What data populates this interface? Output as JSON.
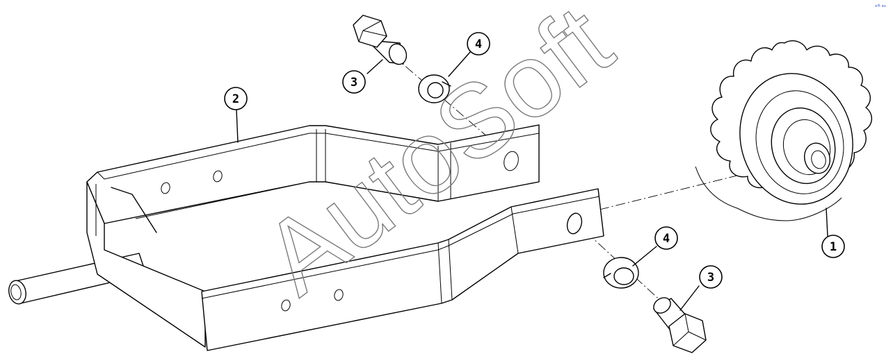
{
  "callouts": [
    {
      "id": "1",
      "part": "sprocket"
    },
    {
      "id": "2",
      "part": "frame"
    },
    {
      "id": "3",
      "part": "bolt-top"
    },
    {
      "id": "4",
      "part": "washer-top"
    },
    {
      "id": "4",
      "part": "washer-bottom"
    },
    {
      "id": "3",
      "part": "bolt-bottom"
    }
  ],
  "watermark": "AutoSoft",
  "corner_mark": "a® au"
}
